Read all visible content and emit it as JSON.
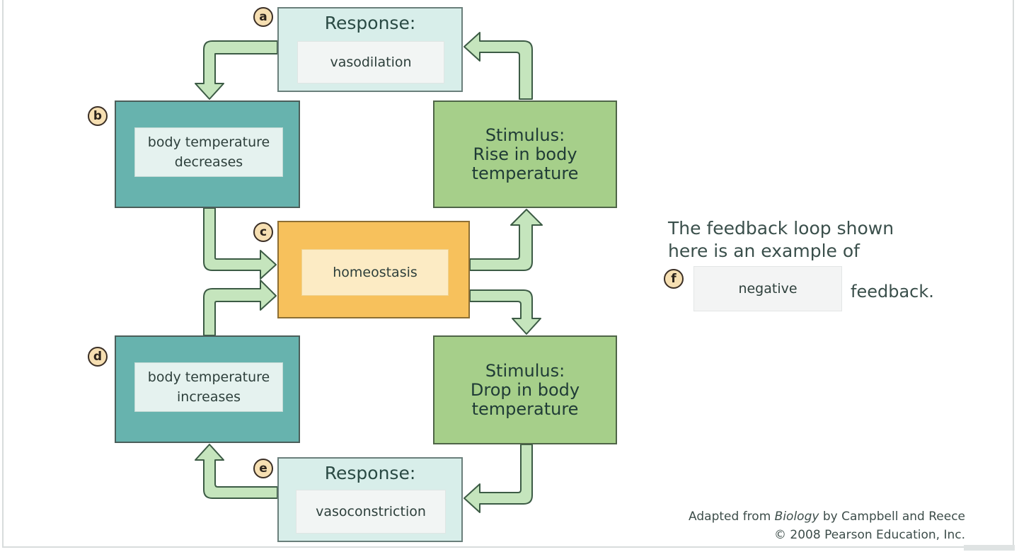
{
  "response_top": {
    "heading": "Response:",
    "answer": "vasodilation",
    "badge": "a"
  },
  "body_top": {
    "answer_line1": "body temperature",
    "answer_line2": "decreases",
    "badge": "b"
  },
  "center": {
    "answer": "homeostasis",
    "badge": "c"
  },
  "body_bottom": {
    "answer_line1": "body temperature",
    "answer_line2": "increases",
    "badge": "d"
  },
  "response_bottom": {
    "heading": "Response:",
    "answer": "vasoconstriction",
    "badge": "e"
  },
  "stimulus_top": {
    "line1": "Stimulus:",
    "line2": "Rise in body",
    "line3": "temperature"
  },
  "stimulus_bottom": {
    "line1": "Stimulus:",
    "line2": "Drop in body",
    "line3": "temperature"
  },
  "question": {
    "line1": "The feedback loop shown",
    "line2": "here is an example of",
    "badge": "f",
    "answer": "negative",
    "suffix": "feedback."
  },
  "credit": {
    "line1_prefix": "Adapted from ",
    "line1_book": "Biology",
    "line1_suffix": " by Campbell and Reece",
    "line2": "© 2008 Pearson Education, Inc."
  },
  "colors": {
    "arrow_fill": "#c5e5bd",
    "arrow_stroke": "#3c5b45",
    "teal": "#67b3ae",
    "green": "#a6cf8a",
    "orange": "#f7c15c",
    "pale": "#d8eeea"
  }
}
